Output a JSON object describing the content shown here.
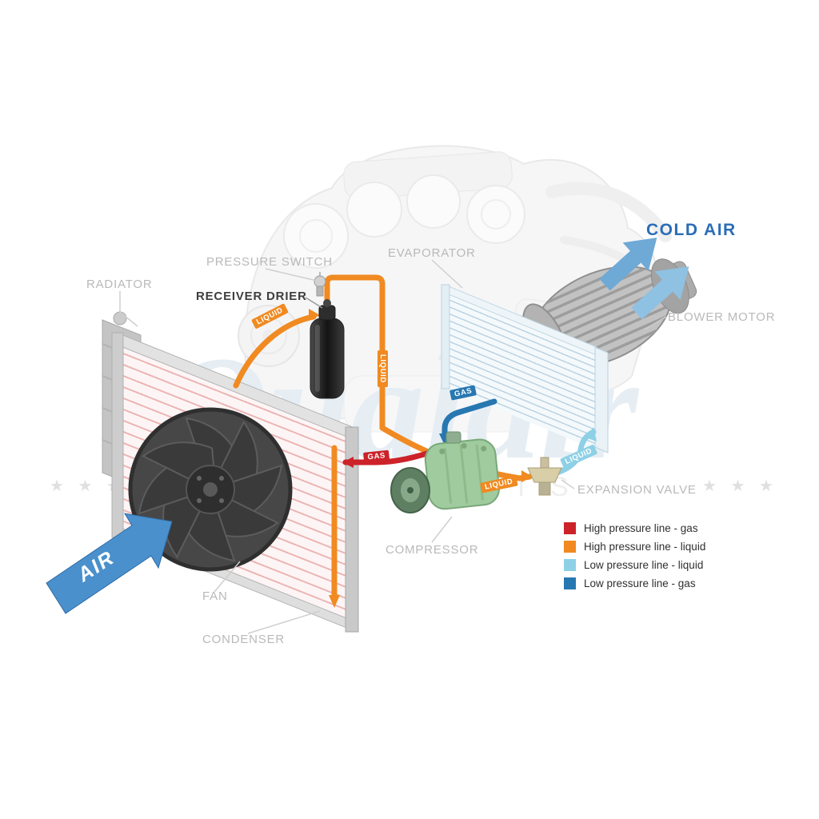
{
  "watermark": {
    "brand": "Qualair",
    "tagline": "AUTO PARTS",
    "stars_left": "★ ★ ★",
    "stars_right": "★ ★ ★"
  },
  "component_labels": {
    "radiator": "RADIATOR",
    "pressure_switch": "PRESSURE SWITCH",
    "receiver_drier": "RECEIVER DRIER",
    "evaporator": "EVAPORATOR",
    "blower_motor": "BLOWER MOTOR",
    "cold_air": "COLD AIR",
    "expansion_valve": "EXPANSION VALVE",
    "compressor": "COMPRESSOR",
    "fan": "FAN",
    "condenser": "CONDENSER",
    "air": "AIR"
  },
  "pipe_labels": {
    "liquid_to_drier": "LIQUID",
    "liquid_vertical": "LIQUID",
    "gas_low_pressure": "GAS",
    "gas_high_pressure": "GAS",
    "liquid_low_pressure": "LIQUID",
    "liquid_to_valve": "LIQUID"
  },
  "pipe_colors": {
    "high_gas": "#cc2229",
    "high_liquid": "#f08a21",
    "low_liquid": "#8ed0e6",
    "low_gas": "#2777b1"
  },
  "accent_colors": {
    "cold_air_text": "#2a6db6",
    "air_arrow": "#4a90cc",
    "cold_air_arrow_front": "#6fa9d6",
    "cold_air_arrow_back": "#8fc1e2"
  },
  "legend": {
    "items": [
      {
        "label": "High pressure line - gas",
        "color": "#cc2229"
      },
      {
        "label": "High pressure line - liquid",
        "color": "#f08a21"
      },
      {
        "label": "Low pressure line - liquid",
        "color": "#8ed0e6"
      },
      {
        "label": "Low pressure line -  gas",
        "color": "#2777b1"
      }
    ]
  }
}
